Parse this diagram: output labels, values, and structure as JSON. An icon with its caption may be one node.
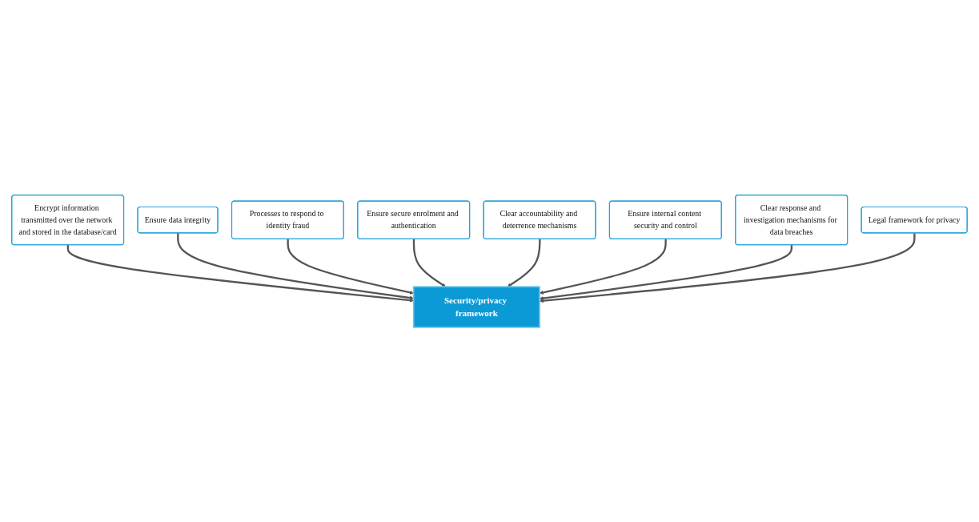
{
  "diagram": {
    "nodes": [
      {
        "text": [
          "Encrypt information transmitted over the network and stored in the database/card"
        ]
      },
      {
        "text": [
          "Ensure data integrity"
        ]
      },
      {
        "text": [
          "Processes to respond to identity fraud"
        ]
      },
      {
        "text": [
          "Ensure secure enrolment and authentication"
        ]
      },
      {
        "text": [
          "Security/privacy framework"
        ]
      },
      {
        "text": [
          "Clear accountability and deterrence mechanisms"
        ]
      },
      {
        "text": [
          "Ensure internal content security and control"
        ]
      },
      {
        "text": [
          "Clear response and investigation mechanisms for data breaches"
        ]
      },
      {
        "text": [
          "Legal framework for privacy"
        ]
      }
    ],
    "edges": [
      {
        "from": 0,
        "to": 4,
        "arrow": "to"
      },
      {
        "from": 1,
        "to": 4,
        "arrow": "to"
      },
      {
        "from": 2,
        "to": 4,
        "arrow": "to"
      },
      {
        "from": 3,
        "to": 4,
        "arrow": "to"
      },
      {
        "from": 5,
        "to": 4,
        "arrow": "to"
      },
      {
        "from": 6,
        "to": 4,
        "arrow": "to"
      },
      {
        "from": 7,
        "to": 4,
        "arrow": "to"
      },
      {
        "from": 8,
        "to": 4,
        "arrow": "to"
      }
    ]
  }
}
